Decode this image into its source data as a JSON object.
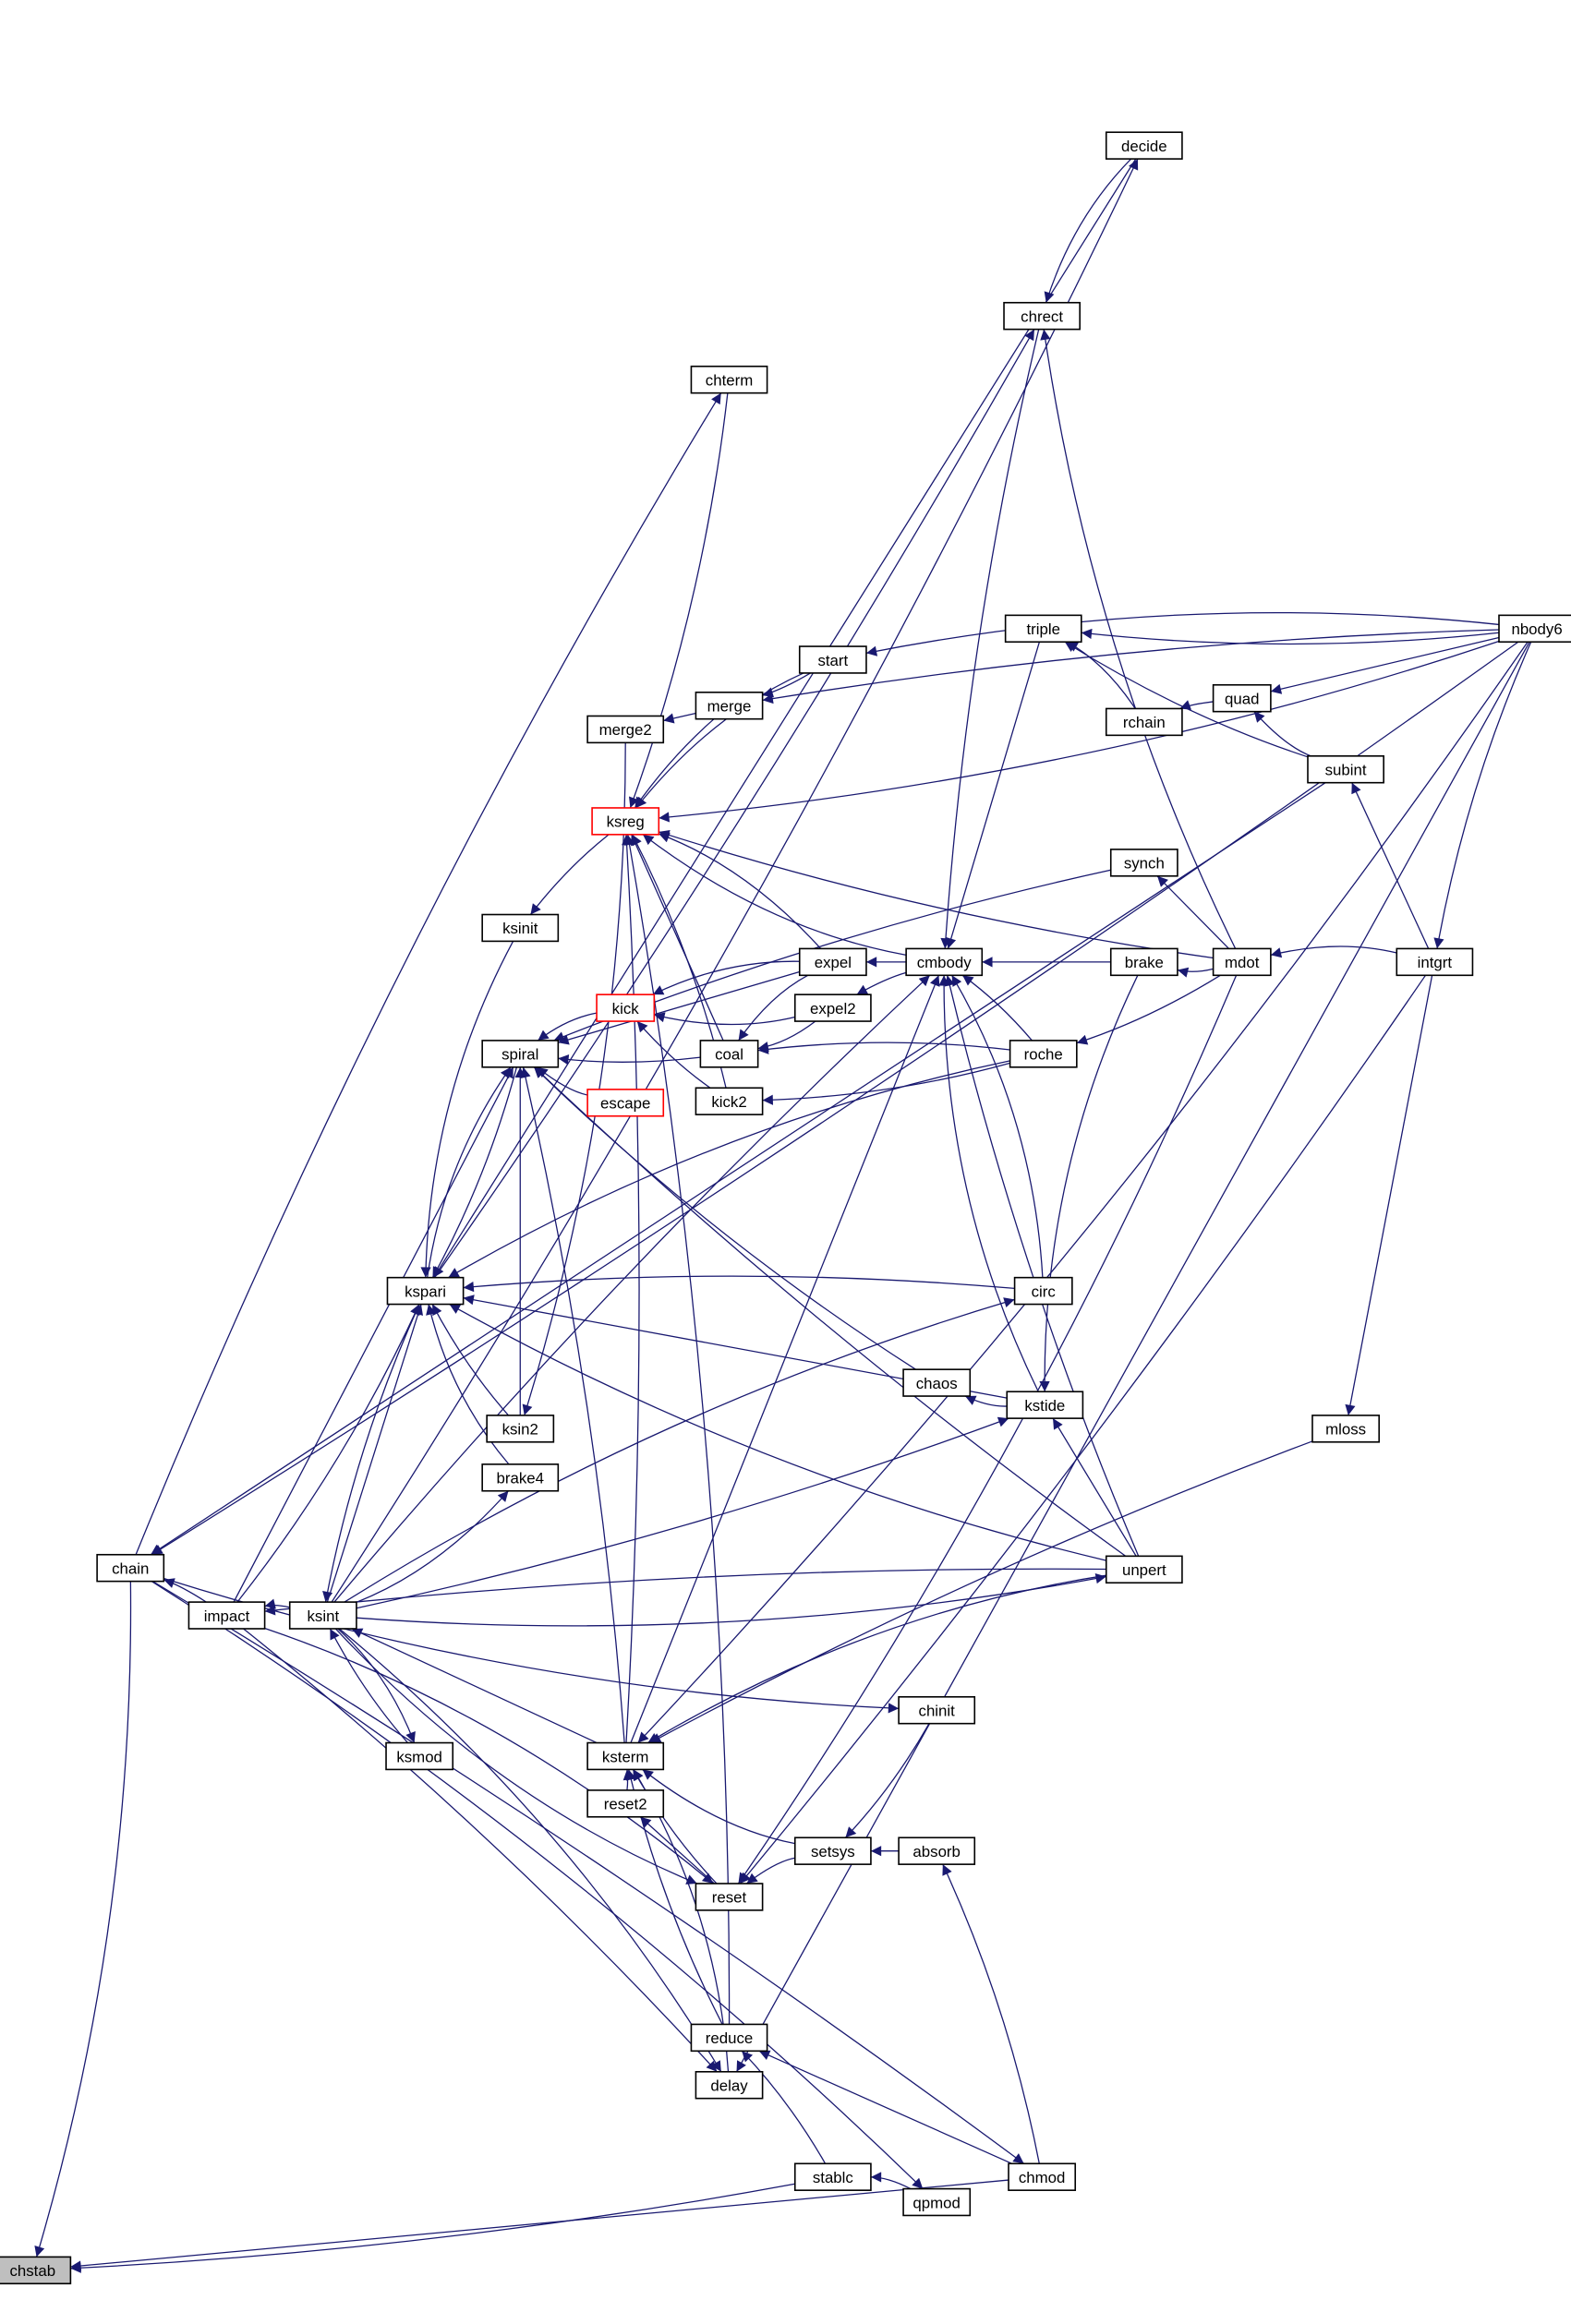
{
  "graph_type": "caller graph",
  "colors": {
    "edge": "#191970",
    "root_fill": "#bfbfbf",
    "truncated_border": "#ff0000",
    "node_border": "#000000"
  },
  "root": "chstab",
  "nodes": [
    {
      "id": "chstab",
      "label": "chstab",
      "root": true
    },
    {
      "id": "chain",
      "label": "chain"
    },
    {
      "id": "impact",
      "label": "impact"
    },
    {
      "id": "ksint",
      "label": "ksint"
    },
    {
      "id": "ksmod",
      "label": "ksmod"
    },
    {
      "id": "kspari",
      "label": "kspari"
    },
    {
      "id": "brake4",
      "label": "brake4"
    },
    {
      "id": "ksin2",
      "label": "ksin2"
    },
    {
      "id": "spiral",
      "label": "spiral"
    },
    {
      "id": "ksinit",
      "label": "ksinit"
    },
    {
      "id": "merge2",
      "label": "merge2"
    },
    {
      "id": "ksreg",
      "label": "ksreg",
      "truncated": true
    },
    {
      "id": "kick",
      "label": "kick",
      "truncated": true
    },
    {
      "id": "escape",
      "label": "escape",
      "truncated": true
    },
    {
      "id": "ksterm",
      "label": "ksterm"
    },
    {
      "id": "reset2",
      "label": "reset2"
    },
    {
      "id": "chterm",
      "label": "chterm"
    },
    {
      "id": "merge",
      "label": "merge"
    },
    {
      "id": "coal",
      "label": "coal"
    },
    {
      "id": "kick2",
      "label": "kick2"
    },
    {
      "id": "reset",
      "label": "reset"
    },
    {
      "id": "reduce",
      "label": "reduce"
    },
    {
      "id": "delay",
      "label": "delay"
    },
    {
      "id": "start",
      "label": "start"
    },
    {
      "id": "expel",
      "label": "expel"
    },
    {
      "id": "expel2",
      "label": "expel2"
    },
    {
      "id": "setsys",
      "label": "setsys"
    },
    {
      "id": "stablc",
      "label": "stablc"
    },
    {
      "id": "qpmod",
      "label": "qpmod"
    },
    {
      "id": "chaos",
      "label": "chaos"
    },
    {
      "id": "chinit",
      "label": "chinit"
    },
    {
      "id": "absorb",
      "label": "absorb"
    },
    {
      "id": "cmbody",
      "label": "cmbody"
    },
    {
      "id": "chrect",
      "label": "chrect"
    },
    {
      "id": "triple",
      "label": "triple"
    },
    {
      "id": "roche",
      "label": "roche"
    },
    {
      "id": "circ",
      "label": "circ"
    },
    {
      "id": "kstide",
      "label": "kstide"
    },
    {
      "id": "chmod",
      "label": "chmod"
    },
    {
      "id": "rchain",
      "label": "rchain"
    },
    {
      "id": "decide",
      "label": "decide"
    },
    {
      "id": "synch",
      "label": "synch"
    },
    {
      "id": "brake",
      "label": "brake"
    },
    {
      "id": "unpert",
      "label": "unpert"
    },
    {
      "id": "quad",
      "label": "quad"
    },
    {
      "id": "mdot",
      "label": "mdot"
    },
    {
      "id": "mloss",
      "label": "mloss"
    },
    {
      "id": "subint",
      "label": "subint"
    },
    {
      "id": "intgrt",
      "label": "intgrt"
    },
    {
      "id": "nbody6",
      "label": "nbody6"
    }
  ],
  "edges": [
    [
      "chain",
      "chstab"
    ],
    [
      "stablc",
      "chstab"
    ],
    [
      "chmod",
      "chstab"
    ],
    [
      "impact",
      "chain"
    ],
    [
      "ksint",
      "impact"
    ],
    [
      "ksint",
      "ksmod"
    ],
    [
      "ksmod",
      "ksint"
    ],
    [
      "ksint",
      "kspari"
    ],
    [
      "kspari",
      "ksint"
    ],
    [
      "ksint",
      "brake4"
    ],
    [
      "brake4",
      "kspari"
    ],
    [
      "ksin2",
      "kspari"
    ],
    [
      "ksin2",
      "spiral"
    ],
    [
      "ksreg",
      "ksinit"
    ],
    [
      "ksinit",
      "kspari"
    ],
    [
      "kspari",
      "spiral"
    ],
    [
      "spiral",
      "kspari"
    ],
    [
      "impact",
      "spiral"
    ],
    [
      "impact",
      "kspari"
    ],
    [
      "kick",
      "spiral"
    ],
    [
      "escape",
      "spiral"
    ],
    [
      "coal",
      "spiral"
    ],
    [
      "expel",
      "spiral"
    ],
    [
      "roche",
      "coal"
    ],
    [
      "expel",
      "kick"
    ],
    [
      "expel2",
      "kick"
    ],
    [
      "kick2",
      "kick"
    ],
    [
      "coal",
      "ksreg"
    ],
    [
      "kick2",
      "ksreg"
    ],
    [
      "expel",
      "ksreg"
    ],
    [
      "cmbody",
      "ksreg"
    ],
    [
      "mdot",
      "ksreg"
    ],
    [
      "cmbody",
      "expel"
    ],
    [
      "cmbody",
      "expel2"
    ],
    [
      "expel",
      "coal"
    ],
    [
      "expel2",
      "coal"
    ],
    [
      "roche",
      "kick2"
    ],
    [
      "brake",
      "cmbody"
    ],
    [
      "roche",
      "cmbody"
    ],
    [
      "circ",
      "cmbody"
    ],
    [
      "kstide",
      "cmbody"
    ],
    [
      "unpert",
      "cmbody"
    ],
    [
      "triple",
      "cmbody"
    ],
    [
      "chrect",
      "cmbody"
    ],
    [
      "decide",
      "chrect"
    ],
    [
      "mdot",
      "chrect"
    ],
    [
      "start",
      "merge"
    ],
    [
      "merge",
      "merge2"
    ],
    [
      "merge",
      "ksreg"
    ],
    [
      "start",
      "ksreg"
    ],
    [
      "merge2",
      "ksin2"
    ],
    [
      "nbody6",
      "triple"
    ],
    [
      "nbody6",
      "quad"
    ],
    [
      "quad",
      "rchain"
    ],
    [
      "rchain",
      "triple"
    ],
    [
      "subint",
      "quad"
    ],
    [
      "subint",
      "triple"
    ],
    [
      "intgrt",
      "subint"
    ],
    [
      "nbody6",
      "merge"
    ],
    [
      "nbody6",
      "start"
    ],
    [
      "nbody6",
      "ksreg"
    ],
    [
      "nbody6",
      "chain"
    ],
    [
      "subint",
      "chain"
    ],
    [
      "nbody6",
      "intgrt"
    ],
    [
      "intgrt",
      "mdot"
    ],
    [
      "mdot",
      "brake"
    ],
    [
      "mdot",
      "roche"
    ],
    [
      "mdot",
      "synch"
    ],
    [
      "synch",
      "spiral"
    ],
    [
      "brake",
      "kstide"
    ],
    [
      "kstide",
      "chaos"
    ],
    [
      "chaos",
      "spiral"
    ],
    [
      "kstide",
      "kspari"
    ],
    [
      "circ",
      "kspari"
    ],
    [
      "roche",
      "kspari"
    ],
    [
      "unpert",
      "kspari"
    ],
    [
      "unpert",
      "spiral"
    ],
    [
      "unpert",
      "kstide"
    ],
    [
      "ksint",
      "kstide"
    ],
    [
      "ksint",
      "unpert"
    ],
    [
      "ksint",
      "circ"
    ],
    [
      "ksint",
      "cmbody"
    ],
    [
      "ksterm",
      "ksint"
    ],
    [
      "ksterm",
      "spiral"
    ],
    [
      "ksint",
      "reset"
    ],
    [
      "impact",
      "reset"
    ],
    [
      "reset",
      "ksterm"
    ],
    [
      "reset",
      "reset2"
    ],
    [
      "reset2",
      "ksterm"
    ],
    [
      "setsys",
      "reset"
    ],
    [
      "setsys",
      "ksterm"
    ],
    [
      "chinit",
      "setsys"
    ],
    [
      "absorb",
      "setsys"
    ],
    [
      "chmod",
      "absorb"
    ],
    [
      "chain",
      "chinit"
    ],
    [
      "mdot",
      "reset"
    ],
    [
      "intgrt",
      "reset"
    ],
    [
      "intgrt",
      "mloss"
    ],
    [
      "mloss",
      "ksterm"
    ],
    [
      "unpert",
      "ksterm"
    ],
    [
      "nbody6",
      "ksterm"
    ],
    [
      "reduce",
      "ksterm"
    ],
    [
      "chmod",
      "reduce"
    ],
    [
      "stablc",
      "reduce"
    ],
    [
      "delay",
      "ksterm"
    ],
    [
      "ksint",
      "delay"
    ],
    [
      "impact",
      "delay"
    ],
    [
      "nbody6",
      "delay"
    ],
    [
      "unpert",
      "impact"
    ],
    [
      "qpmod",
      "stablc"
    ],
    [
      "chain",
      "qpmod"
    ],
    [
      "chain",
      "chmod"
    ],
    [
      "ksterm",
      "cmbody"
    ],
    [
      "kspari",
      "chrect"
    ],
    [
      "ksint",
      "decide"
    ],
    [
      "chain",
      "chterm"
    ],
    [
      "chterm",
      "ksreg"
    ],
    [
      "decide",
      "kspari"
    ],
    [
      "ksterm",
      "ksreg"
    ],
    [
      "reduce",
      "ksreg"
    ]
  ]
}
